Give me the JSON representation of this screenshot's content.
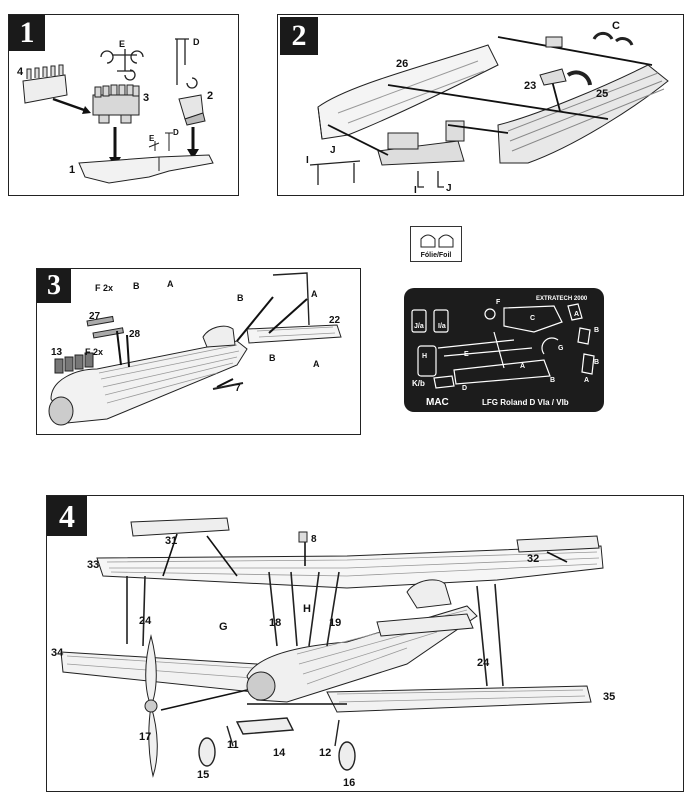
{
  "steps": {
    "s1": "1",
    "s2": "2",
    "s3": "3",
    "s4": "4"
  },
  "panel1": {
    "labels": [
      "4",
      "3",
      "2",
      "1",
      "E",
      "D",
      "E",
      "D"
    ]
  },
  "panel2": {
    "labels": [
      "26",
      "C",
      "23",
      "25",
      "I",
      "J",
      "I",
      "J"
    ]
  },
  "panel3": {
    "f2x_top": "F 2x",
    "b_top": "B",
    "a_top": "A",
    "l27": "27",
    "l28": "28",
    "l13": "13",
    "f2x": "F 2x",
    "l7": "7",
    "l22": "22",
    "b1": "B",
    "a1": "A",
    "b2": "B",
    "a2": "A"
  },
  "panel4": {
    "labels": [
      "31",
      "8",
      "33",
      "32",
      "24",
      "G",
      "18",
      "H",
      "19",
      "34",
      "24",
      "35",
      "17",
      "11",
      "14",
      "12",
      "15",
      "16"
    ]
  },
  "foil": {
    "caption": "Fólie/Foil"
  },
  "photoetch": {
    "brand": "EXTRATECH 2000",
    "maker": "MAC",
    "product": "LFG Roland D VIa / VIb",
    "parts": [
      "J/a",
      "I/a",
      "F",
      "C",
      "A",
      "B",
      "B",
      "H",
      "E",
      "G",
      "A",
      "B",
      "A",
      "D",
      "K/b"
    ]
  }
}
